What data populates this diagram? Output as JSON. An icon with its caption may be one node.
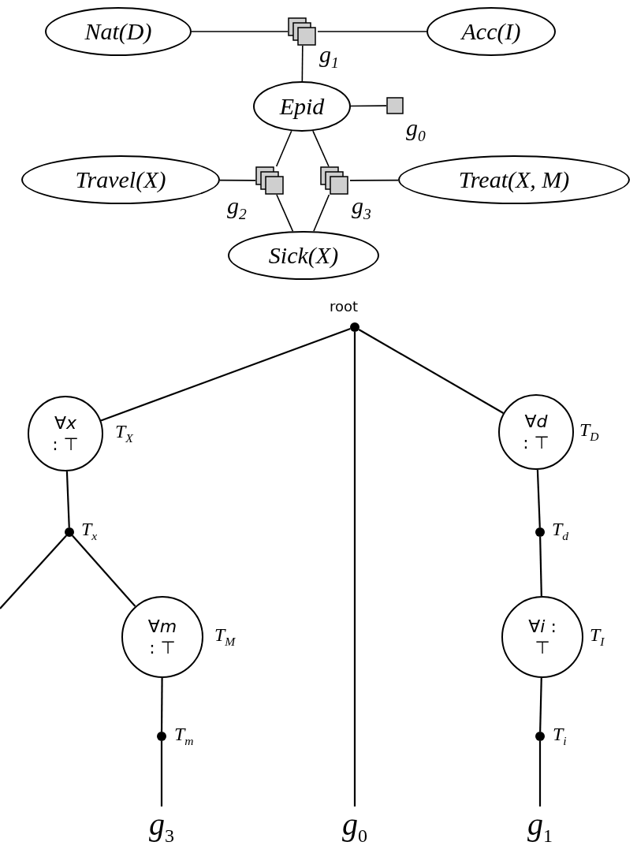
{
  "diagram": {
    "nodes": [
      {
        "text": [
          "Nat(D)"
        ]
      },
      {
        "text": [],
        "shape": "boxes",
        "beside": [
          "g$_{1}$"
        ]
      },
      {
        "text": [
          "Acc(I)"
        ]
      },
      {
        "text": [
          "Epid"
        ]
      },
      {
        "text": [],
        "shape": "box",
        "beside": [
          "g$_{0}$"
        ]
      },
      {
        "text": [
          "Travel(X)"
        ]
      },
      {
        "text": [],
        "shape": "boxes",
        "beside": [
          "g$_{2}$"
        ]
      },
      {
        "text": [],
        "shape": "boxes",
        "beside": [
          "g$_{3}$"
        ]
      },
      {
        "text": [
          "Treat(X, M)"
        ]
      },
      {
        "text": [
          "Sick(X)"
        ]
      },
      {
        "text": [],
        "shape": "circle",
        "beside": [
          "root"
        ]
      },
      {
        "text": [
          "∀*x* : ⊤"
        ],
        "beside": [
          "T$_{X}$"
        ]
      },
      {
        "text": [
          "∀*d* : ⊤"
        ],
        "beside": [
          "T$_{D}$"
        ]
      },
      {
        "text": [],
        "shape": "circle",
        "beside": [
          "T$_{x}$"
        ]
      },
      {
        "text": [],
        "shape": "circle",
        "beside": [
          "T$_{d}$"
        ]
      },
      {
        "text": [
          "∀*m* : ⊤"
        ],
        "beside": [
          "T$_{M}$"
        ]
      },
      {
        "text": [
          "∀*i* : ⊤"
        ],
        "beside": [
          "T$_{I}$"
        ]
      },
      {
        "text": [],
        "shape": "circle",
        "beside": [
          "T$_{m}$"
        ]
      },
      {
        "text": [],
        "shape": "circle",
        "beside": [
          "T$_{i}$"
        ]
      },
      {
        "text": [
          "g$_{3}$"
        ]
      },
      {
        "text": [
          "g$_{0}$"
        ]
      },
      {
        "text": [
          "g$_{1}$"
        ]
      }
    ],
    "edges": [
      {
        "from": 0,
        "to": 1,
        "arrow": "none"
      },
      {
        "from": 1,
        "to": 2,
        "arrow": "none"
      },
      {
        "from": 1,
        "to": 3,
        "arrow": "none"
      },
      {
        "from": 3,
        "to": 4,
        "arrow": "none"
      },
      {
        "from": 3,
        "to": 6,
        "arrow": "none"
      },
      {
        "from": 3,
        "to": 7,
        "arrow": "none"
      },
      {
        "from": 5,
        "to": 6,
        "arrow": "none"
      },
      {
        "from": 7,
        "to": 8,
        "arrow": "none"
      },
      {
        "from": 6,
        "to": 9,
        "arrow": "none"
      },
      {
        "from": 7,
        "to": 9,
        "arrow": "none"
      },
      {
        "from": 10,
        "to": 11,
        "arrow": "none"
      },
      {
        "from": 10,
        "to": 20,
        "arrow": "none"
      },
      {
        "from": 10,
        "to": 12,
        "arrow": "none"
      },
      {
        "from": 11,
        "to": 13,
        "arrow": "none"
      },
      {
        "from": 13,
        "to": null,
        "arrow": "none"
      },
      {
        "from": 13,
        "to": 15,
        "arrow": "none"
      },
      {
        "from": 15,
        "to": 17,
        "arrow": "none"
      },
      {
        "from": 17,
        "to": 19,
        "arrow": "none"
      },
      {
        "from": 12,
        "to": 14,
        "arrow": "none"
      },
      {
        "from": 14,
        "to": 16,
        "arrow": "none"
      },
      {
        "from": 16,
        "to": 18,
        "arrow": "none"
      },
      {
        "from": 18,
        "to": 21,
        "arrow": "none"
      }
    ]
  }
}
